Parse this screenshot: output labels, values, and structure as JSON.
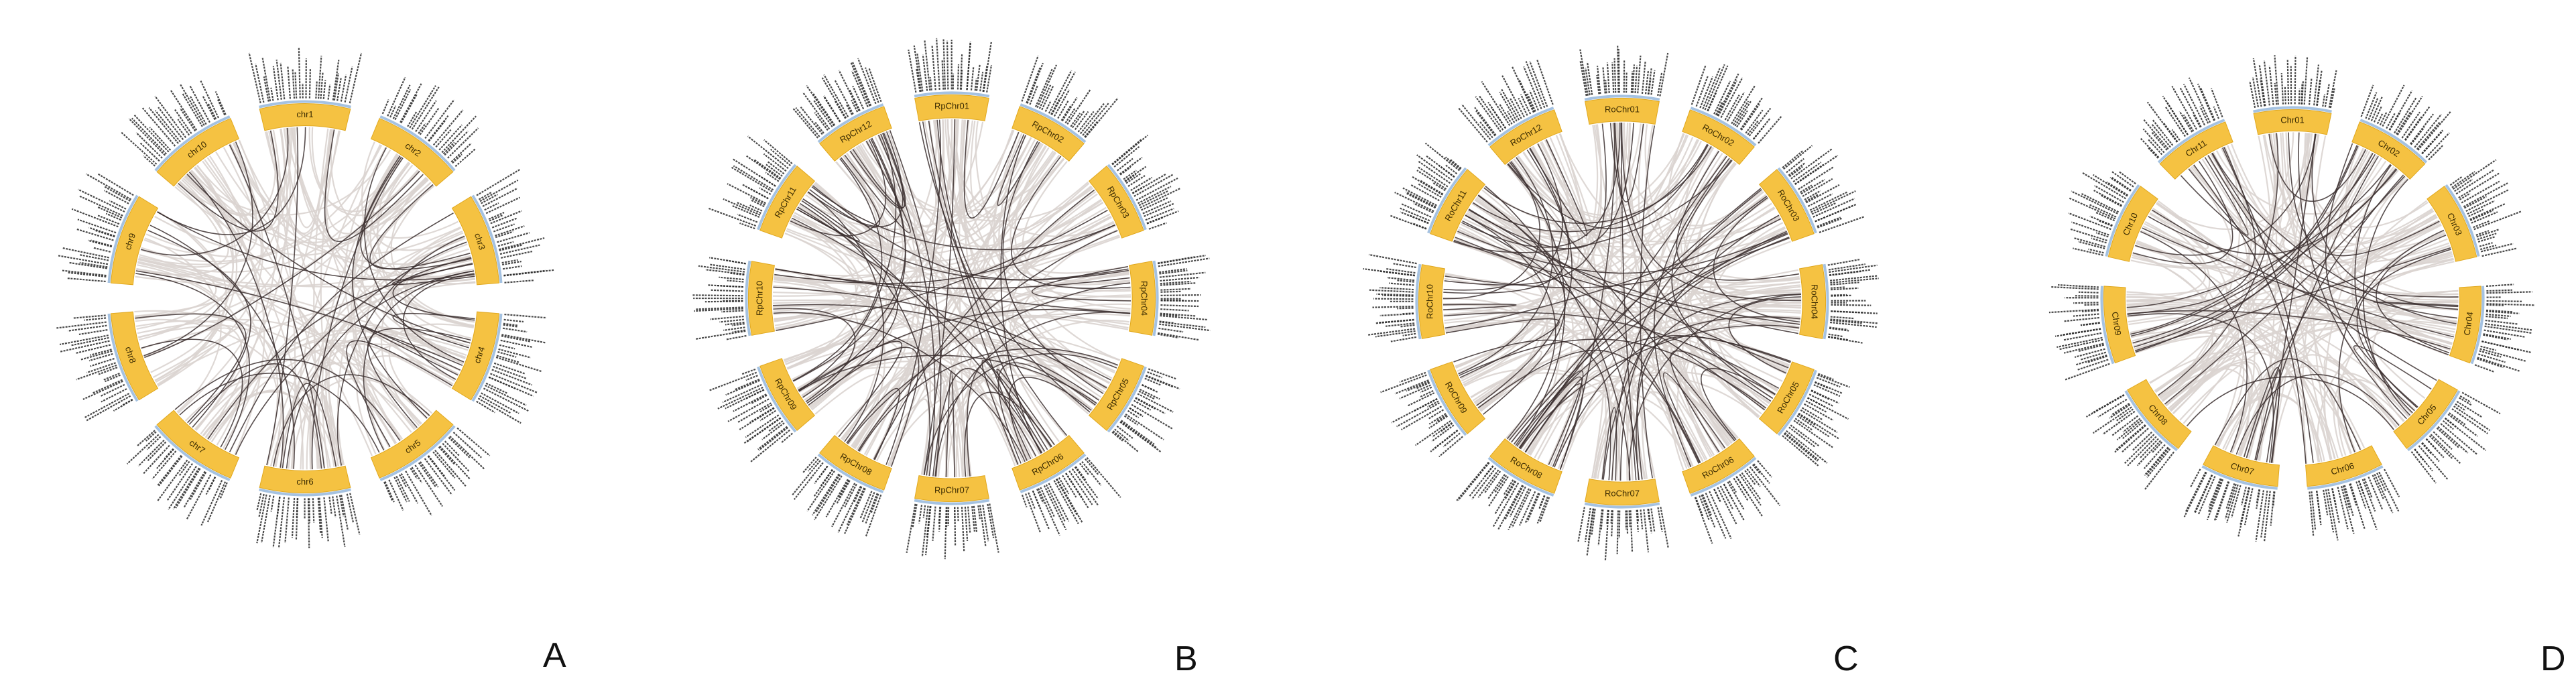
{
  "colors": {
    "segment": "#F5C242",
    "segment_stroke": "#E0A81F",
    "blue_track": "#8FB3DA",
    "link_light": "#DAD4D0",
    "link_dark": "#3B2F2F",
    "tick_text": "#2A2A2A"
  },
  "panels": [
    {
      "letter": "A",
      "chromosomes": [
        "chr1",
        "chr2",
        "chr3",
        "chr4",
        "chr5",
        "chr6",
        "chr7",
        "chr8",
        "chr9",
        "chr10"
      ],
      "light_links": 130,
      "dark_links": 40
    },
    {
      "letter": "B",
      "chromosomes": [
        "RpChr01",
        "RpChr02",
        "RpChr03",
        "RpChr04",
        "RpChr05",
        "RpChr06",
        "RpChr07",
        "RpChr08",
        "RpChr09",
        "RpChr10",
        "RpChr11",
        "RpChr12"
      ],
      "light_links": 150,
      "dark_links": 60
    },
    {
      "letter": "C",
      "chromosomes": [
        "RoChr01",
        "RoChr02",
        "RoChr03",
        "RoChr04",
        "RoChr05",
        "RoChr06",
        "RoChr07",
        "RoChr08",
        "RoChr09",
        "RoChr10",
        "RoChr11",
        "RoChr12"
      ],
      "light_links": 150,
      "dark_links": 65
    },
    {
      "letter": "D",
      "chromosomes": [
        "Chr01",
        "Chr02",
        "Chr03",
        "Chr04",
        "Chr05",
        "Chr06",
        "Chr07",
        "Chr08",
        "Chr09",
        "Chr10",
        "Chr11"
      ],
      "light_links": 130,
      "dark_links": 45
    }
  ]
}
